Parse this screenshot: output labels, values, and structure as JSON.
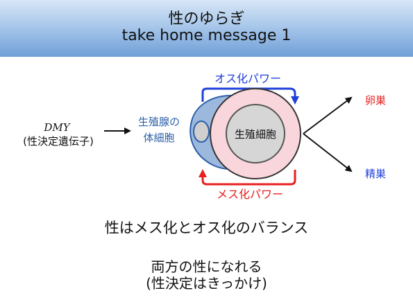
{
  "header": {
    "title": "性のゆらぎ",
    "subtitle": "take home message 1"
  },
  "diagram": {
    "gene_name": "DMY",
    "gene_desc": "(性決定遺伝子)",
    "somatic_line1": "生殖腺の",
    "somatic_line2": "体細胞",
    "germ_cell": "生殖細胞",
    "male_power": "オス化パワー",
    "female_power": "メス化パワー",
    "ovary": "卵巣",
    "testis": "精巣"
  },
  "message": {
    "balance": "性はメス化とオス化のバランス",
    "line1": "両方の性になれる",
    "line2": "(性決定はきっかけ)"
  },
  "colors": {
    "male": "#1f3fd8",
    "female": "#e8201f",
    "somatic": "#2c5fa8",
    "germ_ring": "#f9d6dc",
    "somatic_fill": "#9db8dd"
  }
}
